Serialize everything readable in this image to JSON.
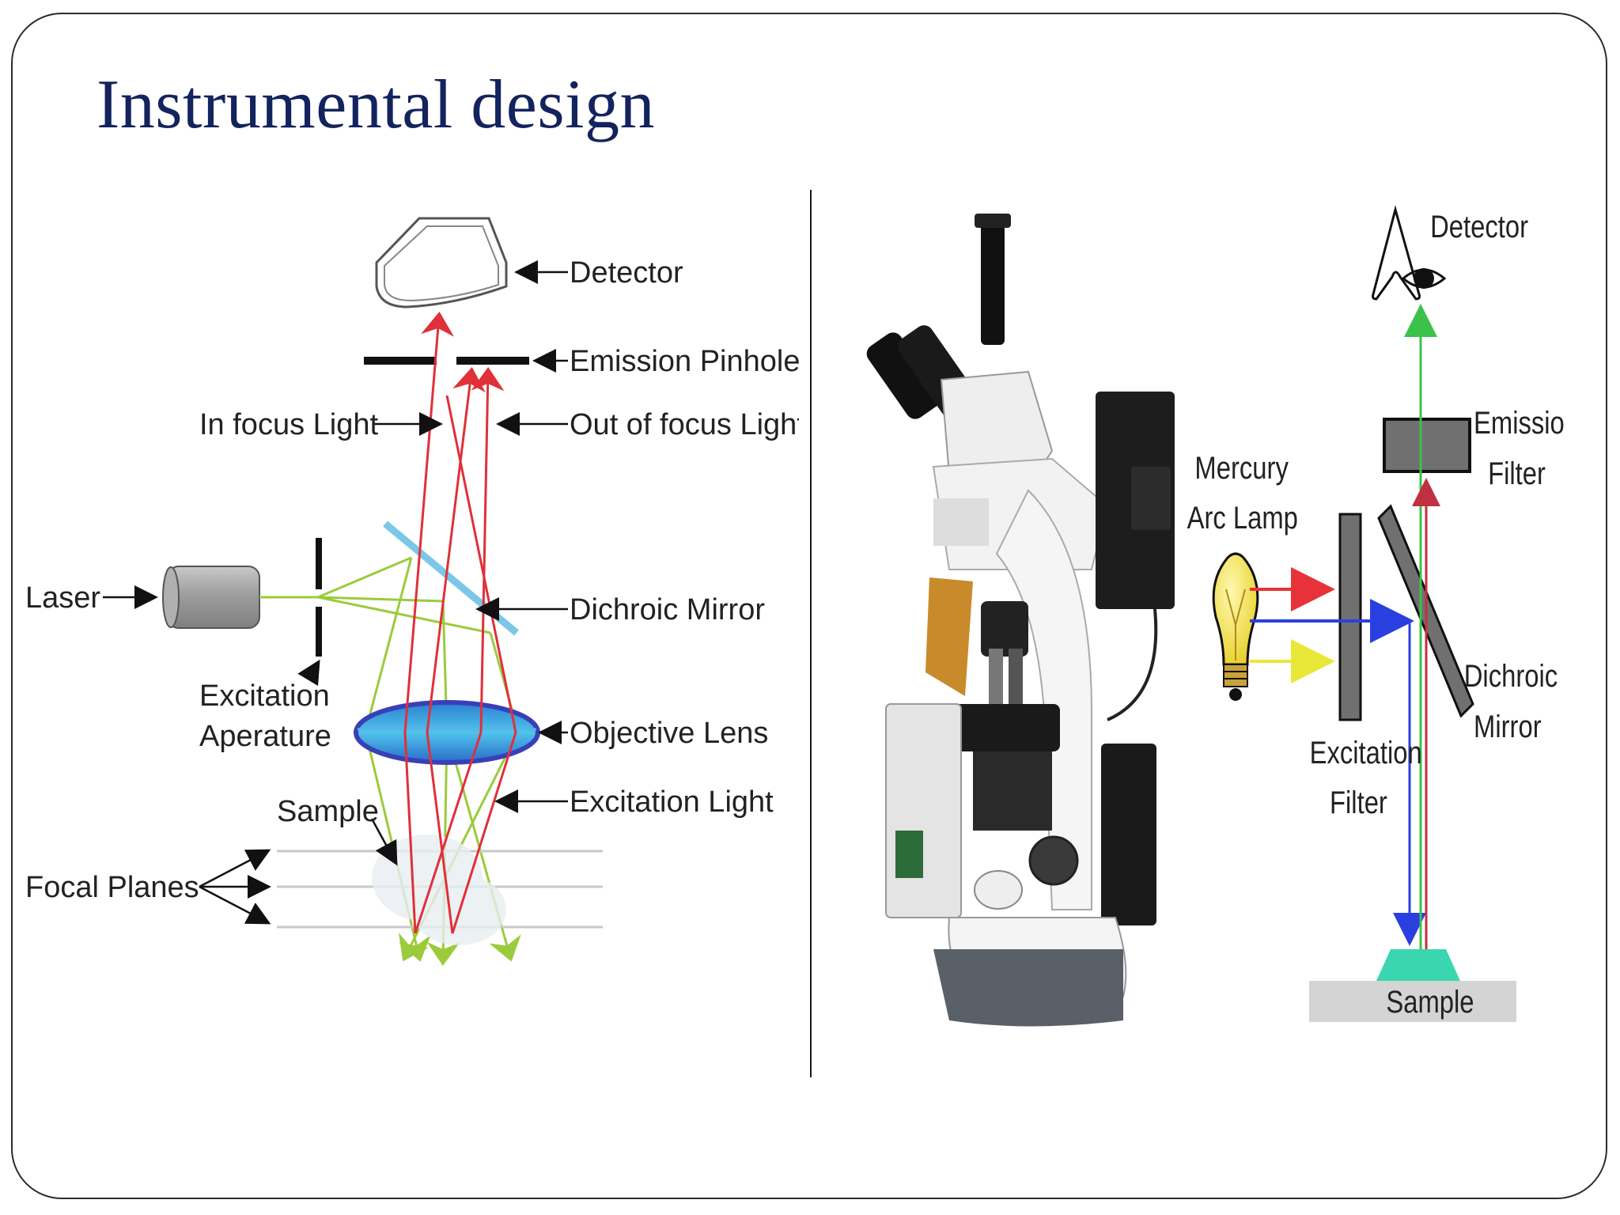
{
  "slide": {
    "title": "Instrumental design"
  },
  "confocal_diagram": {
    "labels": {
      "detector": "Detector",
      "emission_pinhole": "Emission Pinhole",
      "in_focus_light": "In focus Light",
      "out_of_focus_light": "Out of focus Light",
      "laser": "Laser",
      "dichroic_mirror": "Dichroic Mirror",
      "excitation_aperature_line1": "Excitation",
      "excitation_aperature_line2": "Aperature",
      "objective_lens": "Objective Lens",
      "excitation_light": "Excitation Light",
      "sample": "Sample",
      "focal_planes": "Focal Planes"
    },
    "colors": {
      "emission": "#e0303a",
      "excitation": "#9bcb3c",
      "lens": "#3aa8e0",
      "lens_rim": "#3a3fb8",
      "mirror": "#7cc7e8"
    }
  },
  "fluorescence_diagram": {
    "labels": {
      "detector": "Detector",
      "mercury_arc_lamp_line1": "Mercury",
      "mercury_arc_lamp_line2": "Arc Lamp",
      "emission_filter_line1": "Emission",
      "emission_filter_line2": "Filter",
      "excitation_filter_line1": "Excitation",
      "excitation_filter_line2": "Filter",
      "dichroic_mirror_line1": "Dichroic",
      "dichroic_mirror_line2": "Mirror",
      "sample": "Sample"
    },
    "colors": {
      "red_beam": "#e8323a",
      "blue_beam": "#2a3fe0",
      "yellow_beam": "#e8e83a",
      "green_beam": "#3ac24a",
      "sample_fill": "#3ad6b0",
      "filter": "#707070",
      "bulb": "#f4e23a"
    }
  }
}
